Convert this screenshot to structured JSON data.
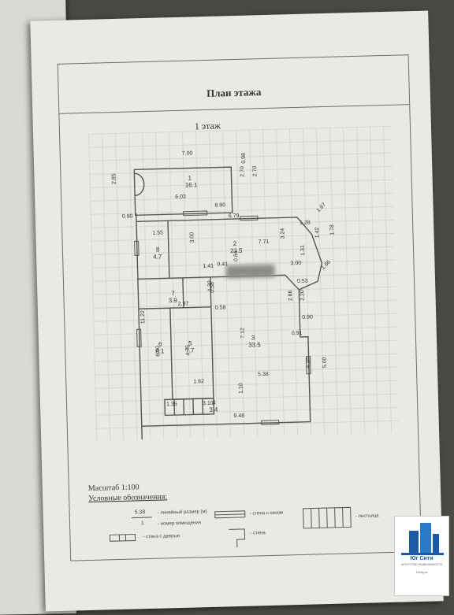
{
  "document": {
    "title": "План этажа",
    "floor": "1 этаж",
    "scale": "Масштаб 1:100",
    "legend_title": "Условные обозначения:",
    "legend": {
      "dimension_value": "5.38",
      "dimension_desc": "- линейный размер (м)",
      "room_number_value": "1",
      "room_number_desc": "- номер помещения",
      "window_wall": "- стена с окном",
      "door_wall": "- стена с дверью",
      "wall": "- стена",
      "stairs": "- лестница"
    }
  },
  "rooms": [
    {
      "number": "1",
      "area": "16.1"
    },
    {
      "number": "2",
      "area": "23.5"
    },
    {
      "number": "3",
      "area": "33.5"
    },
    {
      "number": "4",
      "area": "3.4"
    },
    {
      "number": "5",
      "area": "7.7"
    },
    {
      "number": "6",
      "area": "8.1"
    },
    {
      "number": "7",
      "area": "3.9"
    },
    {
      "number": "8",
      "area": "4.7"
    }
  ],
  "dimensions": [
    "7.00",
    "2.85",
    "6.03",
    "2.70",
    "2.70",
    "0.98",
    "8.90",
    "0.90",
    "6.79",
    "1.67",
    "1.28",
    "1.78",
    "1.42",
    "1.31",
    "1.55",
    "3.00",
    "7.71",
    "3.24",
    "3.00",
    "1.66",
    "0.53",
    "1.30",
    "2.97",
    "2.86",
    "2.20",
    "0.90",
    "0.91",
    "11.22",
    "6.00",
    "4.75",
    "7.12",
    "5.38",
    "4.16",
    "5.00",
    "1.62",
    "1.10",
    "1.35",
    "3.10",
    "9.48",
    "1.41",
    "0.41",
    "0.84",
    "0.58",
    "0.58"
  ],
  "logo": {
    "name": "Юг Сити",
    "sub": "АГЕНТСТВО НЕДВИЖИМОСТИ",
    "url": "19city.ru"
  }
}
